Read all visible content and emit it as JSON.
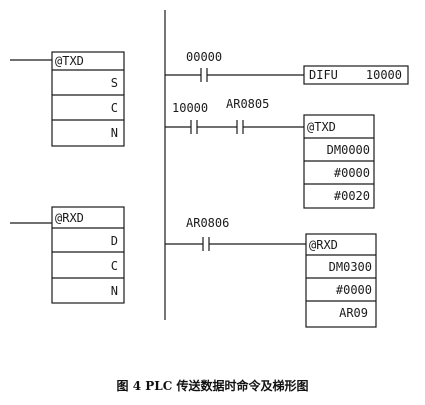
{
  "left_blocks": {
    "txd": {
      "title": "@TXD",
      "rows": [
        "S",
        "C",
        "N"
      ]
    },
    "rxd": {
      "title": "@RXD",
      "rows": [
        "D",
        "C",
        "N"
      ]
    }
  },
  "ladder": {
    "rung1": {
      "contact": "00000",
      "instr": "DIFU",
      "operand": "10000"
    },
    "rung2": {
      "contact1": "10000",
      "contact2": "AR0805",
      "block": {
        "title": "@TXD",
        "rows": [
          "DM0000",
          "#0000",
          "#0020"
        ]
      }
    },
    "rung3": {
      "contact": "AR0806",
      "block": {
        "title": "@RXD",
        "rows": [
          "DM0300",
          "#0000",
          "AR09"
        ]
      }
    }
  },
  "caption": "图 4   PLC 传送数据时命令及梯形图"
}
